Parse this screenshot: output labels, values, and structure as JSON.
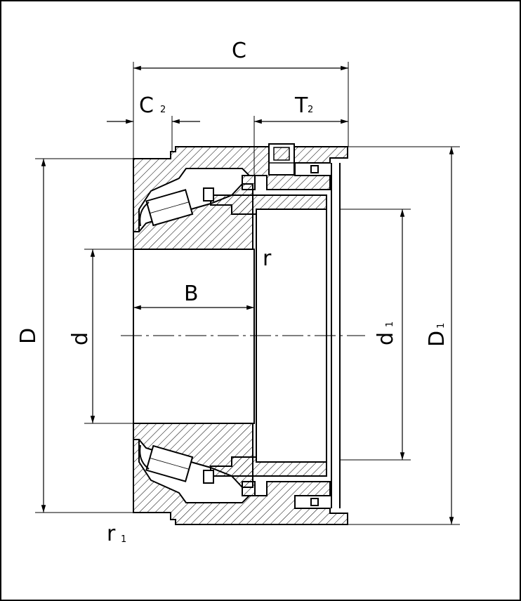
{
  "labels": {
    "C": "C",
    "C2": "C",
    "C2_sub": "2",
    "T2": "T",
    "T2_sub": "2",
    "D": "D",
    "d": "d",
    "B": "B",
    "r": "r",
    "d1": "d",
    "d1_sub": "1",
    "D1": "D",
    "D1_sub": "1",
    "r1": "r",
    "r1_sub": "1"
  },
  "colors": {
    "ink": "#000000",
    "background": "#ffffff"
  }
}
